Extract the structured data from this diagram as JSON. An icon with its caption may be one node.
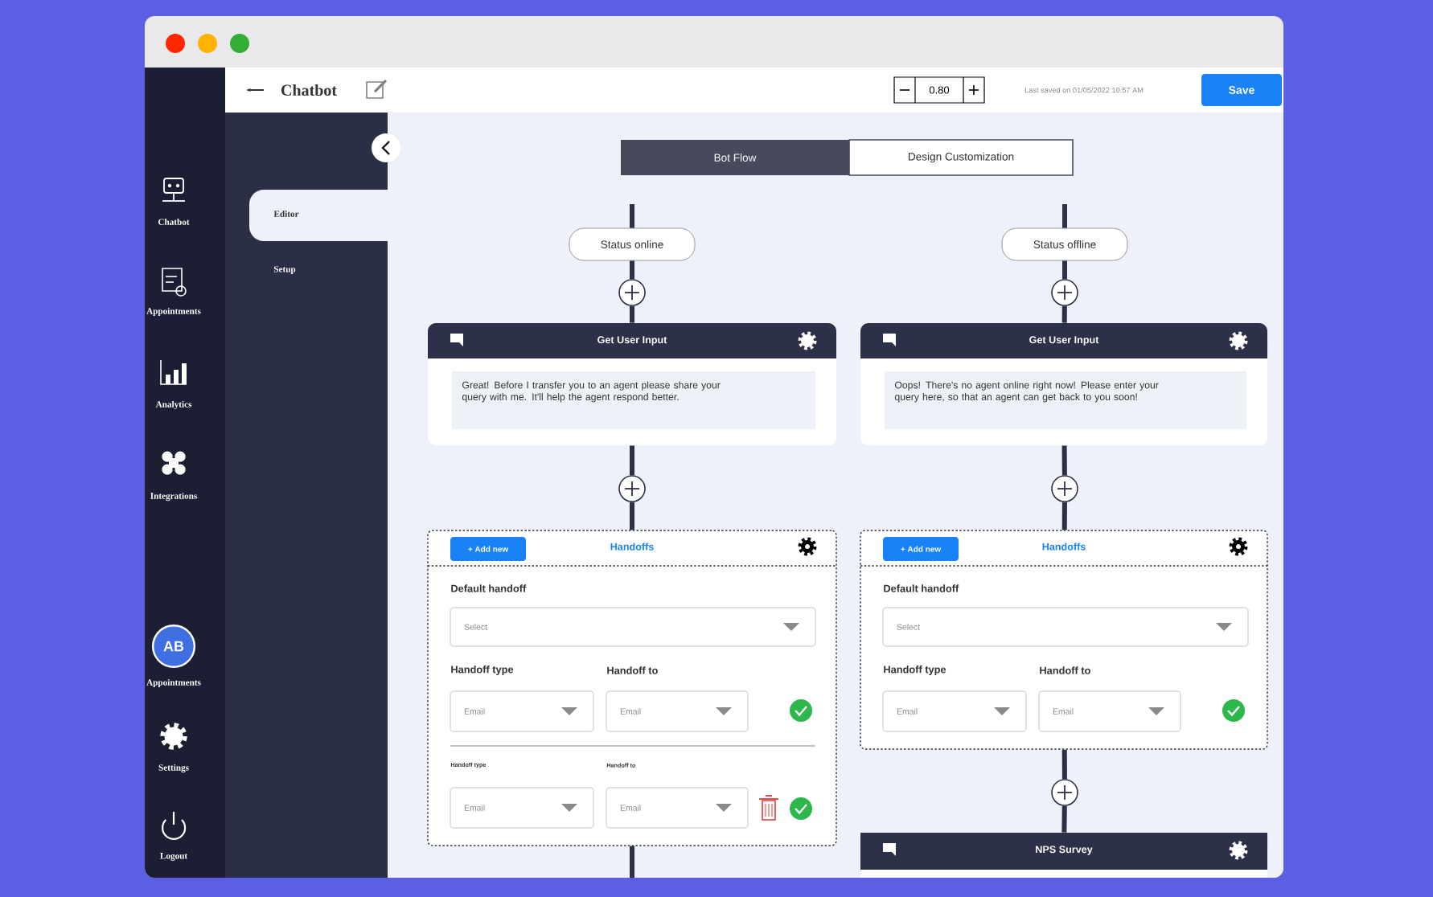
{
  "diagram": {
    "nodes": [
      {
        "text": [
          "Status online"
        ]
      },
      {
        "text": [],
        "shape": "circle"
      },
      {
        "text": [
          "Get User Input",
          "Great! Before I transfer you to an agent please share your query with me. It'll help the agent respond better."
        ]
      },
      {
        "text": [],
        "shape": "circle"
      },
      {
        "text": [
          "Handoffs"
        ]
      },
      {
        "text": [
          "Status offline"
        ]
      },
      {
        "text": [],
        "shape": "circle"
      },
      {
        "text": [
          "Get User Input",
          "Oops! There's no agent online right now! Please enter your query here, so that an agent can get back to you soon!"
        ]
      },
      {
        "text": [],
        "shape": "circle"
      },
      {
        "text": [
          "Handoffs"
        ]
      },
      {
        "text": [],
        "shape": "circle"
      },
      {
        "text": [
          "NPS Survey"
        ]
      }
    ],
    "edges": [
      {
        "from": null,
        "to": 0,
        "arrow": "none"
      },
      {
        "from": 0,
        "to": 1,
        "arrow": "none"
      },
      {
        "from": 1,
        "to": 2,
        "arrow": "none"
      },
      {
        "from": 2,
        "to": 3,
        "arrow": "none"
      },
      {
        "from": 3,
        "to": 4,
        "arrow": "none"
      },
      {
        "from": 4,
        "to": null,
        "arrow": "none"
      },
      {
        "from": null,
        "to": 5,
        "arrow": "none"
      },
      {
        "from": 5,
        "to": 6,
        "arrow": "none"
      },
      {
        "from": 6,
        "to": 7,
        "arrow": "none"
      },
      {
        "from": 7,
        "to": 8,
        "arrow": "none"
      },
      {
        "from": 8,
        "to": 9,
        "arrow": "none"
      },
      {
        "from": 9,
        "to": 10,
        "arrow": "none"
      },
      {
        "from": 10,
        "to": 11,
        "arrow": "none"
      }
    ],
    "labels": [
      "Chatbot",
      "0.80",
      "Last saved on 01/05/2022 10:57 AM",
      "Save",
      "Chatbot",
      "Editor",
      "Appointments",
      "Setup",
      "Analytics",
      "Integrations",
      "Bot Flow",
      "Design Customization",
      "AB",
      "Appointments",
      "Settings",
      "Logout",
      "+ Add new",
      "Default handoff",
      "Select",
      "Handoff type",
      "Handoff to",
      "Email",
      "Email",
      "Handoff type",
      "Handoff to",
      "Email",
      "Email",
      "+ Add new",
      "Default handoff",
      "Select",
      "Handoff type",
      "Handoff to",
      "Email",
      "Email"
    ]
  }
}
